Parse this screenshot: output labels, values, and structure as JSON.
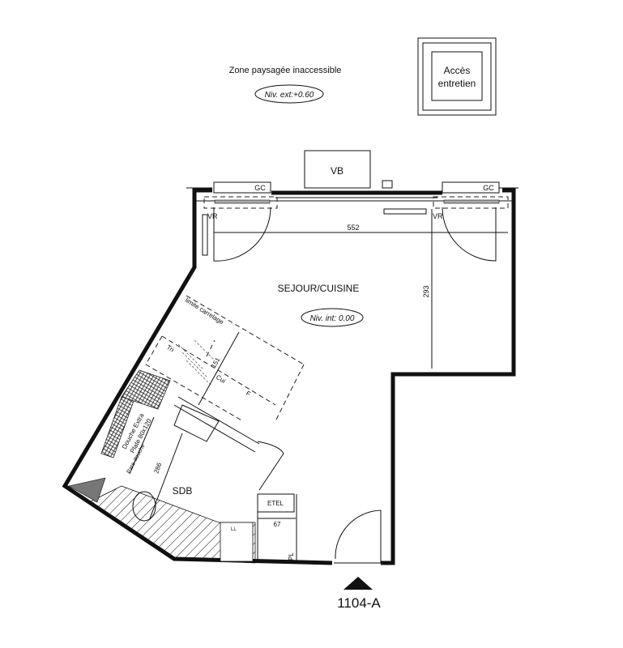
{
  "header": {
    "zone_label": "Zone paysagée inaccessible",
    "ext_level": "Niv. ext:+0.60",
    "access_line1": "Accès",
    "access_line2": "entretien"
  },
  "facade": {
    "vb": "VB",
    "gc_left": "GC",
    "gc_right": "GC",
    "vr_left": "VR",
    "vr_right": "VR"
  },
  "rooms": {
    "living": "SEJOUR/CUISINE",
    "int_level": "Niv. int: 0.00",
    "bathroom": "SDB",
    "etel": "ETEL",
    "pl": "PL",
    "ll": "LL"
  },
  "dimensions": {
    "width_living": "552",
    "depth_living": "293",
    "kitchen": "151",
    "bathroom": "286",
    "etel_width": "67"
  },
  "kitchen": {
    "tile_limit": "limite carrelage",
    "tri": "Tri",
    "cui": "Cui",
    "f": "F"
  },
  "shower": {
    "line1": "Douche Extra",
    "line2": "Plate 80x120",
    "screen": "Pare-douche"
  },
  "unit": {
    "id": "1104-A"
  }
}
